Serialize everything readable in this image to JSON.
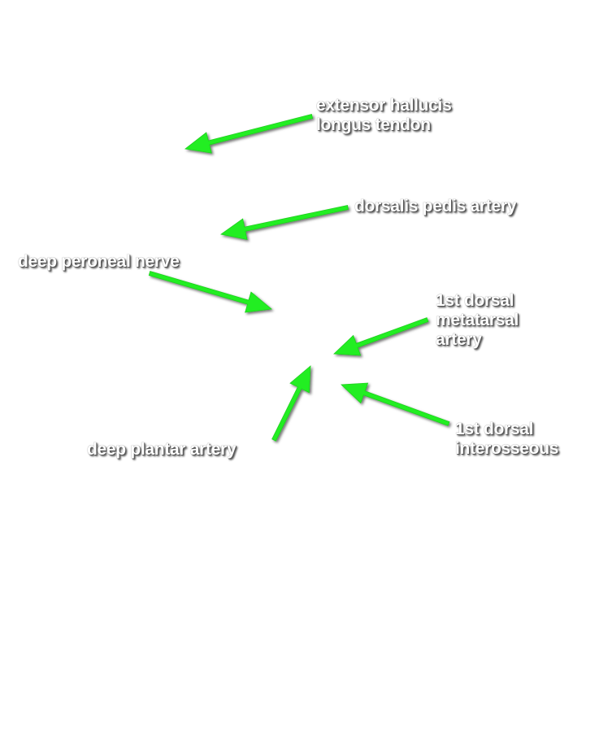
{
  "diagram": {
    "arrow_color": "#22ee22",
    "labels": {
      "extensor_hallucis_longus_tendon": [
        "extensor hallucis",
        "longus tendon"
      ],
      "dorsalis_pedis_artery": [
        "dorsalis pedis artery"
      ],
      "deep_peroneal_nerve": [
        "deep peroneal nerve"
      ],
      "first_dorsal_metatarsal_artery": [
        "1st dorsal",
        "metatarsal",
        "artery"
      ],
      "first_dorsal_interosseous": [
        "1st dorsal",
        "interosseous"
      ],
      "deep_plantar_artery": [
        "deep plantar artery"
      ]
    }
  }
}
